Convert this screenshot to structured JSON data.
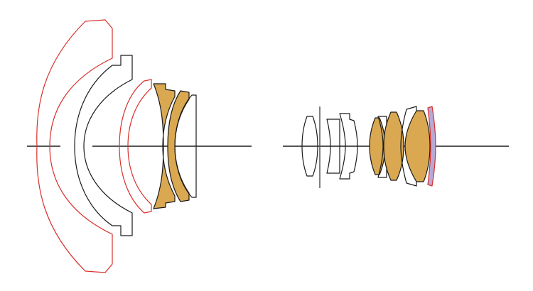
{
  "colors": {
    "background": "#ffffff",
    "outline_standard": "#1a1a1a",
    "outline_aspherical": "#d8302a",
    "fill_ed_glass": "#d9a851",
    "fill_special_coating": "#b7a9d6",
    "axis": "#555555"
  },
  "elements": [
    {
      "group": "front",
      "type": "aspherical",
      "fill": "none"
    },
    {
      "group": "front",
      "type": "standard",
      "fill": "none"
    },
    {
      "group": "front",
      "type": "aspherical",
      "fill": "none"
    },
    {
      "group": "front",
      "type": "ed",
      "fill": "ed"
    },
    {
      "group": "front",
      "type": "ed",
      "fill": "ed"
    },
    {
      "group": "front",
      "type": "standard",
      "fill": "none"
    },
    {
      "group": "rear",
      "type": "standard",
      "fill": "none"
    },
    {
      "group": "rear",
      "type": "standard",
      "fill": "none"
    },
    {
      "group": "rear",
      "type": "standard",
      "fill": "none"
    },
    {
      "group": "rear",
      "type": "ed",
      "fill": "ed"
    },
    {
      "group": "rear",
      "type": "standard",
      "fill": "none"
    },
    {
      "group": "rear",
      "type": "ed",
      "fill": "ed"
    },
    {
      "group": "rear",
      "type": "standard",
      "fill": "none"
    },
    {
      "group": "rear",
      "type": "ed",
      "fill": "ed"
    },
    {
      "group": "rear",
      "type": "aspherical",
      "fill": "special"
    }
  ]
}
